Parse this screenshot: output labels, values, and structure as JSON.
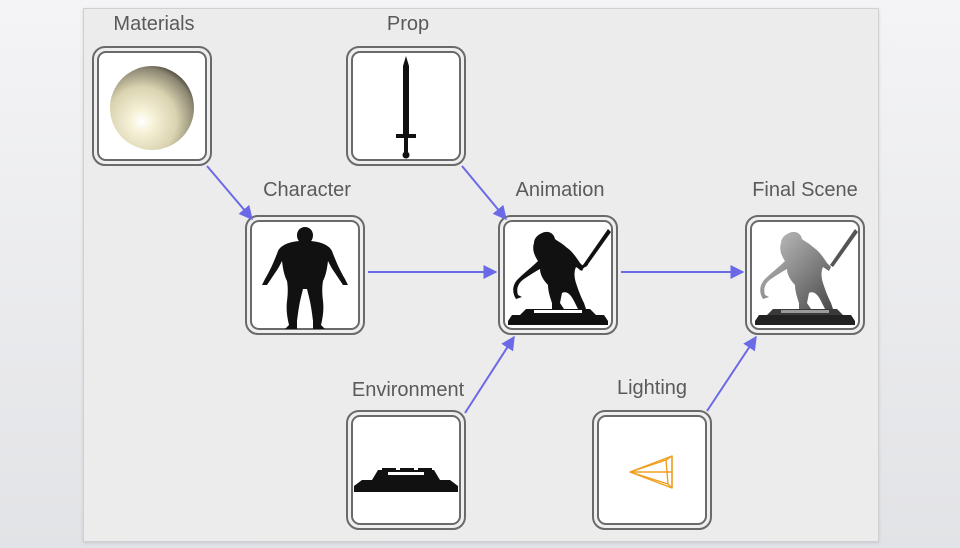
{
  "diagram": {
    "nodes": [
      {
        "id": "materials",
        "label": "Materials",
        "icon": "sphere-icon"
      },
      {
        "id": "prop",
        "label": "Prop",
        "icon": "sword-icon"
      },
      {
        "id": "character",
        "label": "Character",
        "icon": "character-silhouette-icon"
      },
      {
        "id": "animation",
        "label": "Animation",
        "icon": "creature-with-sword-icon"
      },
      {
        "id": "final_scene",
        "label": "Final Scene",
        "icon": "rendered-creature-icon"
      },
      {
        "id": "environment",
        "label": "Environment",
        "icon": "platform-icon"
      },
      {
        "id": "lighting",
        "label": "Lighting",
        "icon": "light-cone-icon"
      }
    ],
    "edges": [
      {
        "from": "materials",
        "to": "character"
      },
      {
        "from": "character",
        "to": "animation"
      },
      {
        "from": "prop",
        "to": "animation"
      },
      {
        "from": "environment",
        "to": "animation"
      },
      {
        "from": "animation",
        "to": "final_scene"
      },
      {
        "from": "lighting",
        "to": "final_scene"
      }
    ],
    "colors": {
      "connector": "#6a6ae6",
      "frame": "#6a6a6a",
      "label": "#5a5a5c",
      "light_cone": "#f0a020"
    }
  }
}
